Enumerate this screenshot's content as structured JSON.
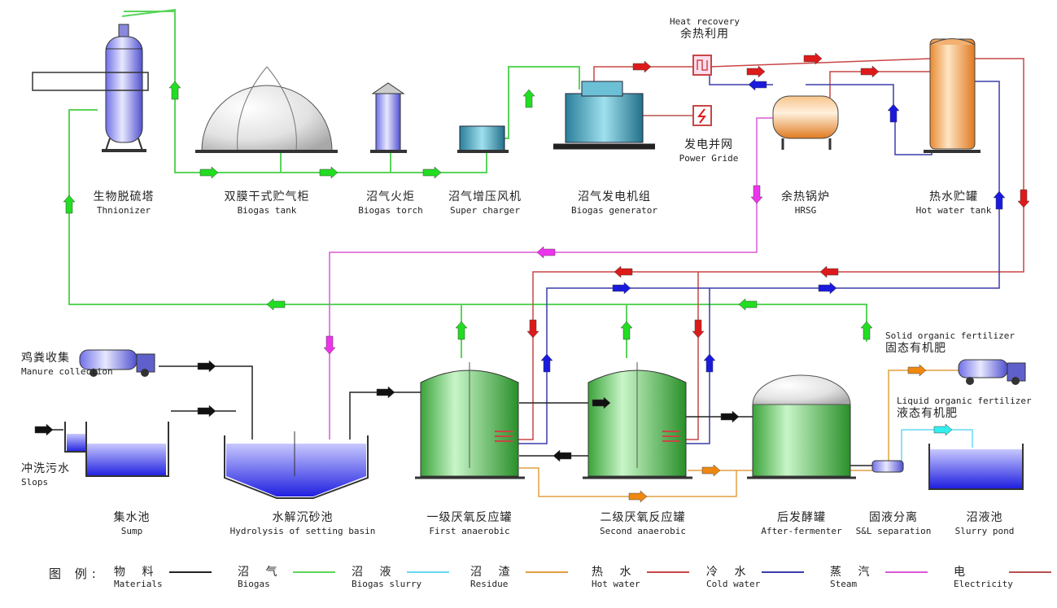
{
  "title": "",
  "labels": {
    "thionizer": {
      "zh": "生物脱硫塔",
      "en": "Thnionizer"
    },
    "biogas_tank": {
      "zh": "双膜干式贮气柜",
      "en": "Biogas tank"
    },
    "biogas_torch": {
      "zh": "沼气火炬",
      "en": "Biogas torch"
    },
    "super_charger": {
      "zh": "沼气增压风机",
      "en": "Super charger"
    },
    "biogas_generator": {
      "zh": "沼气发电机组",
      "en": "Biogas generator"
    },
    "heat_recovery": {
      "zh": "余热利用",
      "en": "Heat recovery"
    },
    "power_grid": {
      "zh": "发电并网",
      "en": "Power Gride"
    },
    "hrsg": {
      "zh": "余热锅炉",
      "en": "HRSG"
    },
    "hot_water_tank": {
      "zh": "热水贮罐",
      "en": "Hot water tank"
    },
    "manure_collection": {
      "zh": "鸡粪收集",
      "en": "Manure collection"
    },
    "slops": {
      "zh": "冲洗污水",
      "en": "Slops"
    },
    "sump": {
      "zh": "集水池",
      "en": "Sump"
    },
    "hydrolysis": {
      "zh": "水解沉砂池",
      "en": "Hydrolysis of setting basin"
    },
    "first_anaerobic": {
      "zh": "一级厌氧反应罐",
      "en": "First anaerobic"
    },
    "second_anaerobic": {
      "zh": "二级厌氧反应罐",
      "en": "Second anaerobic"
    },
    "after_fermenter": {
      "zh": "后发酵罐",
      "en": "After-fermenter"
    },
    "sl_separation": {
      "zh": "固液分离",
      "en": "S&L separation"
    },
    "slurry_pond": {
      "zh": "沼液池",
      "en": "Slurry pond"
    },
    "solid_fertilizer": {
      "zh": "固态有机肥",
      "en": "Solid organic fertilizer"
    },
    "liquid_fertilizer": {
      "zh": "液态有机肥",
      "en": "Liquid organic fertilizer"
    }
  },
  "legend": {
    "title": "图 例:",
    "items": [
      {
        "zh": "物 料",
        "en": "Materials",
        "color": "#222222"
      },
      {
        "zh": "沼 气",
        "en": "Biogas",
        "color": "#5ad45a"
      },
      {
        "zh": "沼 液",
        "en": "Biogas slurry",
        "color": "#66d8f0"
      },
      {
        "zh": "沼 渣",
        "en": "Residue",
        "color": "#e0a040"
      },
      {
        "zh": "热 水",
        "en": "Hot water",
        "color": "#c84646"
      },
      {
        "zh": "冷 水",
        "en": "Cold water",
        "color": "#3c3caa"
      },
      {
        "zh": "蒸 汽",
        "en": "Steam",
        "color": "#d858d8"
      },
      {
        "zh": "电",
        "en": "Electricity",
        "color": "#b85050"
      }
    ]
  },
  "colors": {
    "biogas": "#5ad45a",
    "hot_water": "#c84646",
    "cold_water": "#3c3caa",
    "steam": "#d858d8",
    "residue": "#e0a040",
    "slurry": "#66d8f0",
    "material": "#222222",
    "arrow_green": "#22dd22",
    "arrow_red": "#dd1a1a",
    "arrow_blue": "#1a1add",
    "arrow_magenta": "#ee33ee",
    "arrow_orange": "#ee8811",
    "arrow_cyan": "#33eeee"
  }
}
